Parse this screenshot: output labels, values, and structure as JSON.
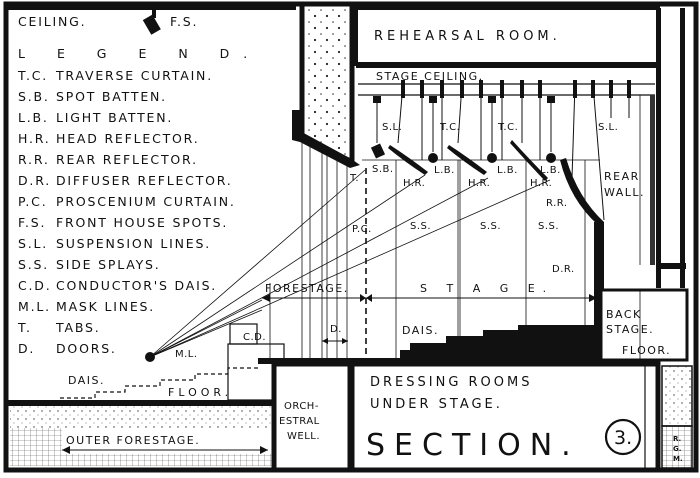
{
  "title": "SECTION.",
  "section_number": "3.",
  "ceiling_label": "CEILING.",
  "front_spot_label": "F.S.",
  "legend": {
    "heading": "L E G E N D.",
    "items": [
      {
        "code": "T.C.",
        "text": "TRAVERSE CURTAIN."
      },
      {
        "code": "S.B.",
        "text": "SPOT BATTEN."
      },
      {
        "code": "L.B.",
        "text": "LIGHT BATTEN."
      },
      {
        "code": "H.R.",
        "text": "HEAD REFLECTOR."
      },
      {
        "code": "R.R.",
        "text": "REAR REFLECTOR."
      },
      {
        "code": "D.R.",
        "text": "DIFFUSER REFLECTOR."
      },
      {
        "code": "P.C.",
        "text": "PROSCENIUM CURTAIN."
      },
      {
        "code": "F.S.",
        "text": "FRONT HOUSE SPOTS."
      },
      {
        "code": "S.L.",
        "text": "SUSPENSION LINES."
      },
      {
        "code": "S.S.",
        "text": "SIDE SPLAYS."
      },
      {
        "code": "C.D.",
        "text": "CONDUCTOR'S DAIS."
      },
      {
        "code": "M.L.",
        "text": "MASK LINES."
      },
      {
        "code": "T.",
        "text": "TABS."
      },
      {
        "code": "D.",
        "text": "DOORS."
      }
    ]
  },
  "rooms": {
    "rehearsal": "REHEARSAL ROOM.",
    "stage_ceiling": "STAGE CEILING.",
    "rear_wall_1": "REAR",
    "rear_wall_2": "WALL.",
    "back_stage_1": "BACK",
    "back_stage_2": "STAGE.",
    "back_stage_3": "FLOOR.",
    "dressing_1": "DRESSING ROOMS",
    "dressing_2": "UNDER STAGE.",
    "orch_1": "ORCH-",
    "orch_2": "ESTRAL",
    "orch_3": "WELL.",
    "outer_forestage": "OUTER FORESTAGE.",
    "forestage": "FORESTAGE.",
    "stage": "S T A G E.",
    "dais_left": "DAIS.",
    "floor_left": "FLOOR.",
    "dais_stage": "DAIS."
  },
  "annotations": {
    "sl": "S.L.",
    "tc": "T.C.",
    "sb": "S.B.",
    "lb": "L.B.",
    "hr": "H.R.",
    "rr": "R.R.",
    "ss": "S.S.",
    "dr": "D.R.",
    "pc": "P.C.",
    "t": "T.",
    "d": "D.",
    "ml": "M.L.",
    "cd": "C.D."
  },
  "initials": [
    "R.",
    "G.",
    "M."
  ]
}
